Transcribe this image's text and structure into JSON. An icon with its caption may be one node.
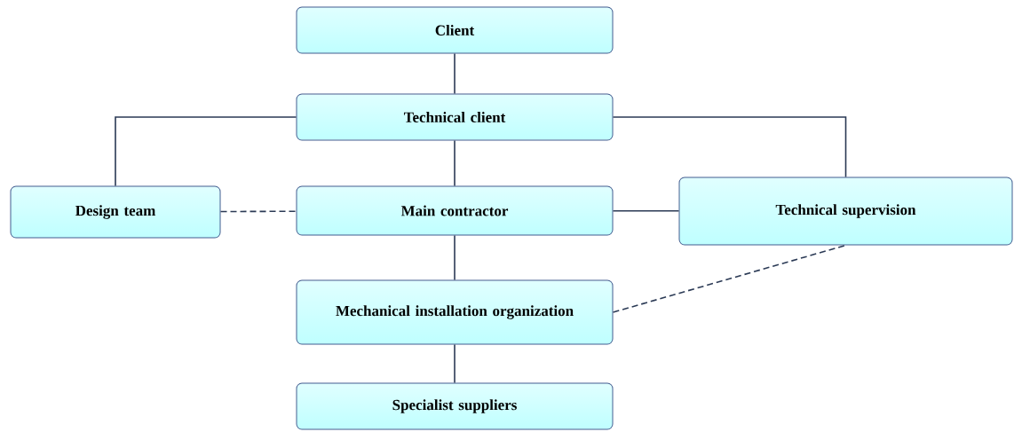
{
  "diagram": {
    "nodes": [
      {
        "text": [
          "Client"
        ]
      },
      {
        "text": [
          "Technical client"
        ]
      },
      {
        "text": [
          "Design team"
        ]
      },
      {
        "text": [
          "Main contractor"
        ]
      },
      {
        "text": [
          "Technical supervision"
        ]
      },
      {
        "text": [
          "Mechanical installation organization"
        ]
      },
      {
        "text": [
          "Specialist suppliers"
        ]
      }
    ],
    "edges": [
      {
        "from": 0,
        "to": 1,
        "arrow": "none"
      },
      {
        "from": 1,
        "to": 2,
        "arrow": "none"
      },
      {
        "from": 1,
        "to": 4,
        "arrow": "none"
      },
      {
        "from": 1,
        "to": 3,
        "arrow": "none"
      },
      {
        "from": 2,
        "to": 3,
        "arrow": "none",
        "style": "dashed"
      },
      {
        "from": 3,
        "to": 4,
        "arrow": "none"
      },
      {
        "from": 3,
        "to": 5,
        "arrow": "none"
      },
      {
        "from": 5,
        "to": 4,
        "arrow": "none",
        "style": "dashed"
      },
      {
        "from": 5,
        "to": 6,
        "arrow": "none"
      }
    ]
  }
}
